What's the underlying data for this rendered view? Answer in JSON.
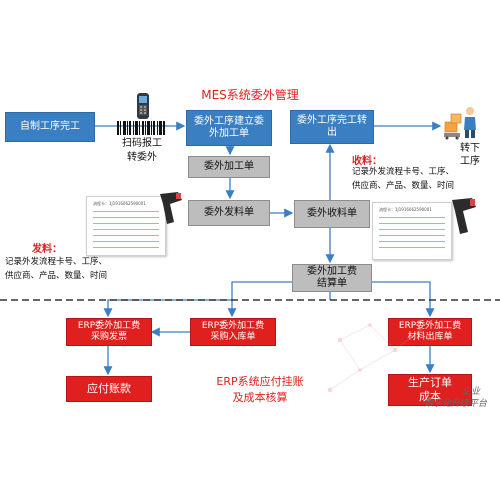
{
  "title": "MES系统委外管理",
  "nodes": {
    "self_made": "自制工序完工",
    "scan_label": "扫码报工\n转委外",
    "create_outsource": "委外工序建立委\n外加工单",
    "outsource_done": "委外工序完工转\n出",
    "transfer_next": "转下\n工序",
    "outsource_order": "委外加工单",
    "outsource_send": "委外发料单",
    "outsource_receive": "委外收料单",
    "settlement": "委外加工费\n结算单",
    "erp_invoice": "ERP委外加工费\n采购发票",
    "erp_purchase_in": "ERP委外加工费\n采购入库单",
    "erp_material_out": "ERP委外加工费\n材料出库单",
    "payable": "应付账款",
    "production_cost": "生产订单\n成本",
    "erp_center": "ERP系统应付挂账\n及成本核算"
  },
  "notes": {
    "receive_title": "收料：",
    "receive_body": "记录外发流程卡号、工序、\n供应商、产品、数量、时间",
    "send_title": "发料：",
    "send_body": "记录外发流程卡号、工序、\n供应商、产品、数量、时间"
  },
  "doc_header": "流程卡：1J1916062590001",
  "watermark": {
    "line1": "企业",
    "line2": "数字化升级平台"
  },
  "colors": {
    "blue": "#3a7fc2",
    "gray": "#bdbdbd",
    "red": "#e01f1f",
    "arrow": "#3a7fc2"
  }
}
